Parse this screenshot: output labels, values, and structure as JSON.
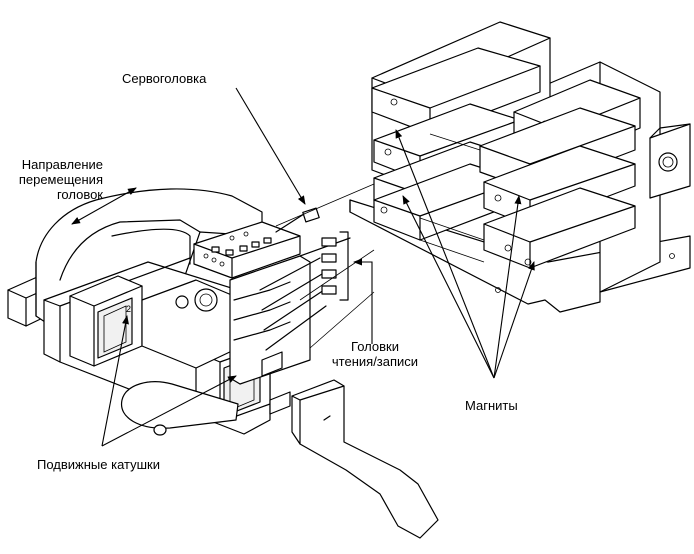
{
  "labels": {
    "servo_head": "Сервоголовка",
    "direction": [
      "Направление",
      "перемещения",
      "головок"
    ],
    "rw_heads": [
      "Головки",
      "чтения/записи"
    ],
    "magnets": "Магниты",
    "moving_coils": "Подвижные катушки"
  }
}
